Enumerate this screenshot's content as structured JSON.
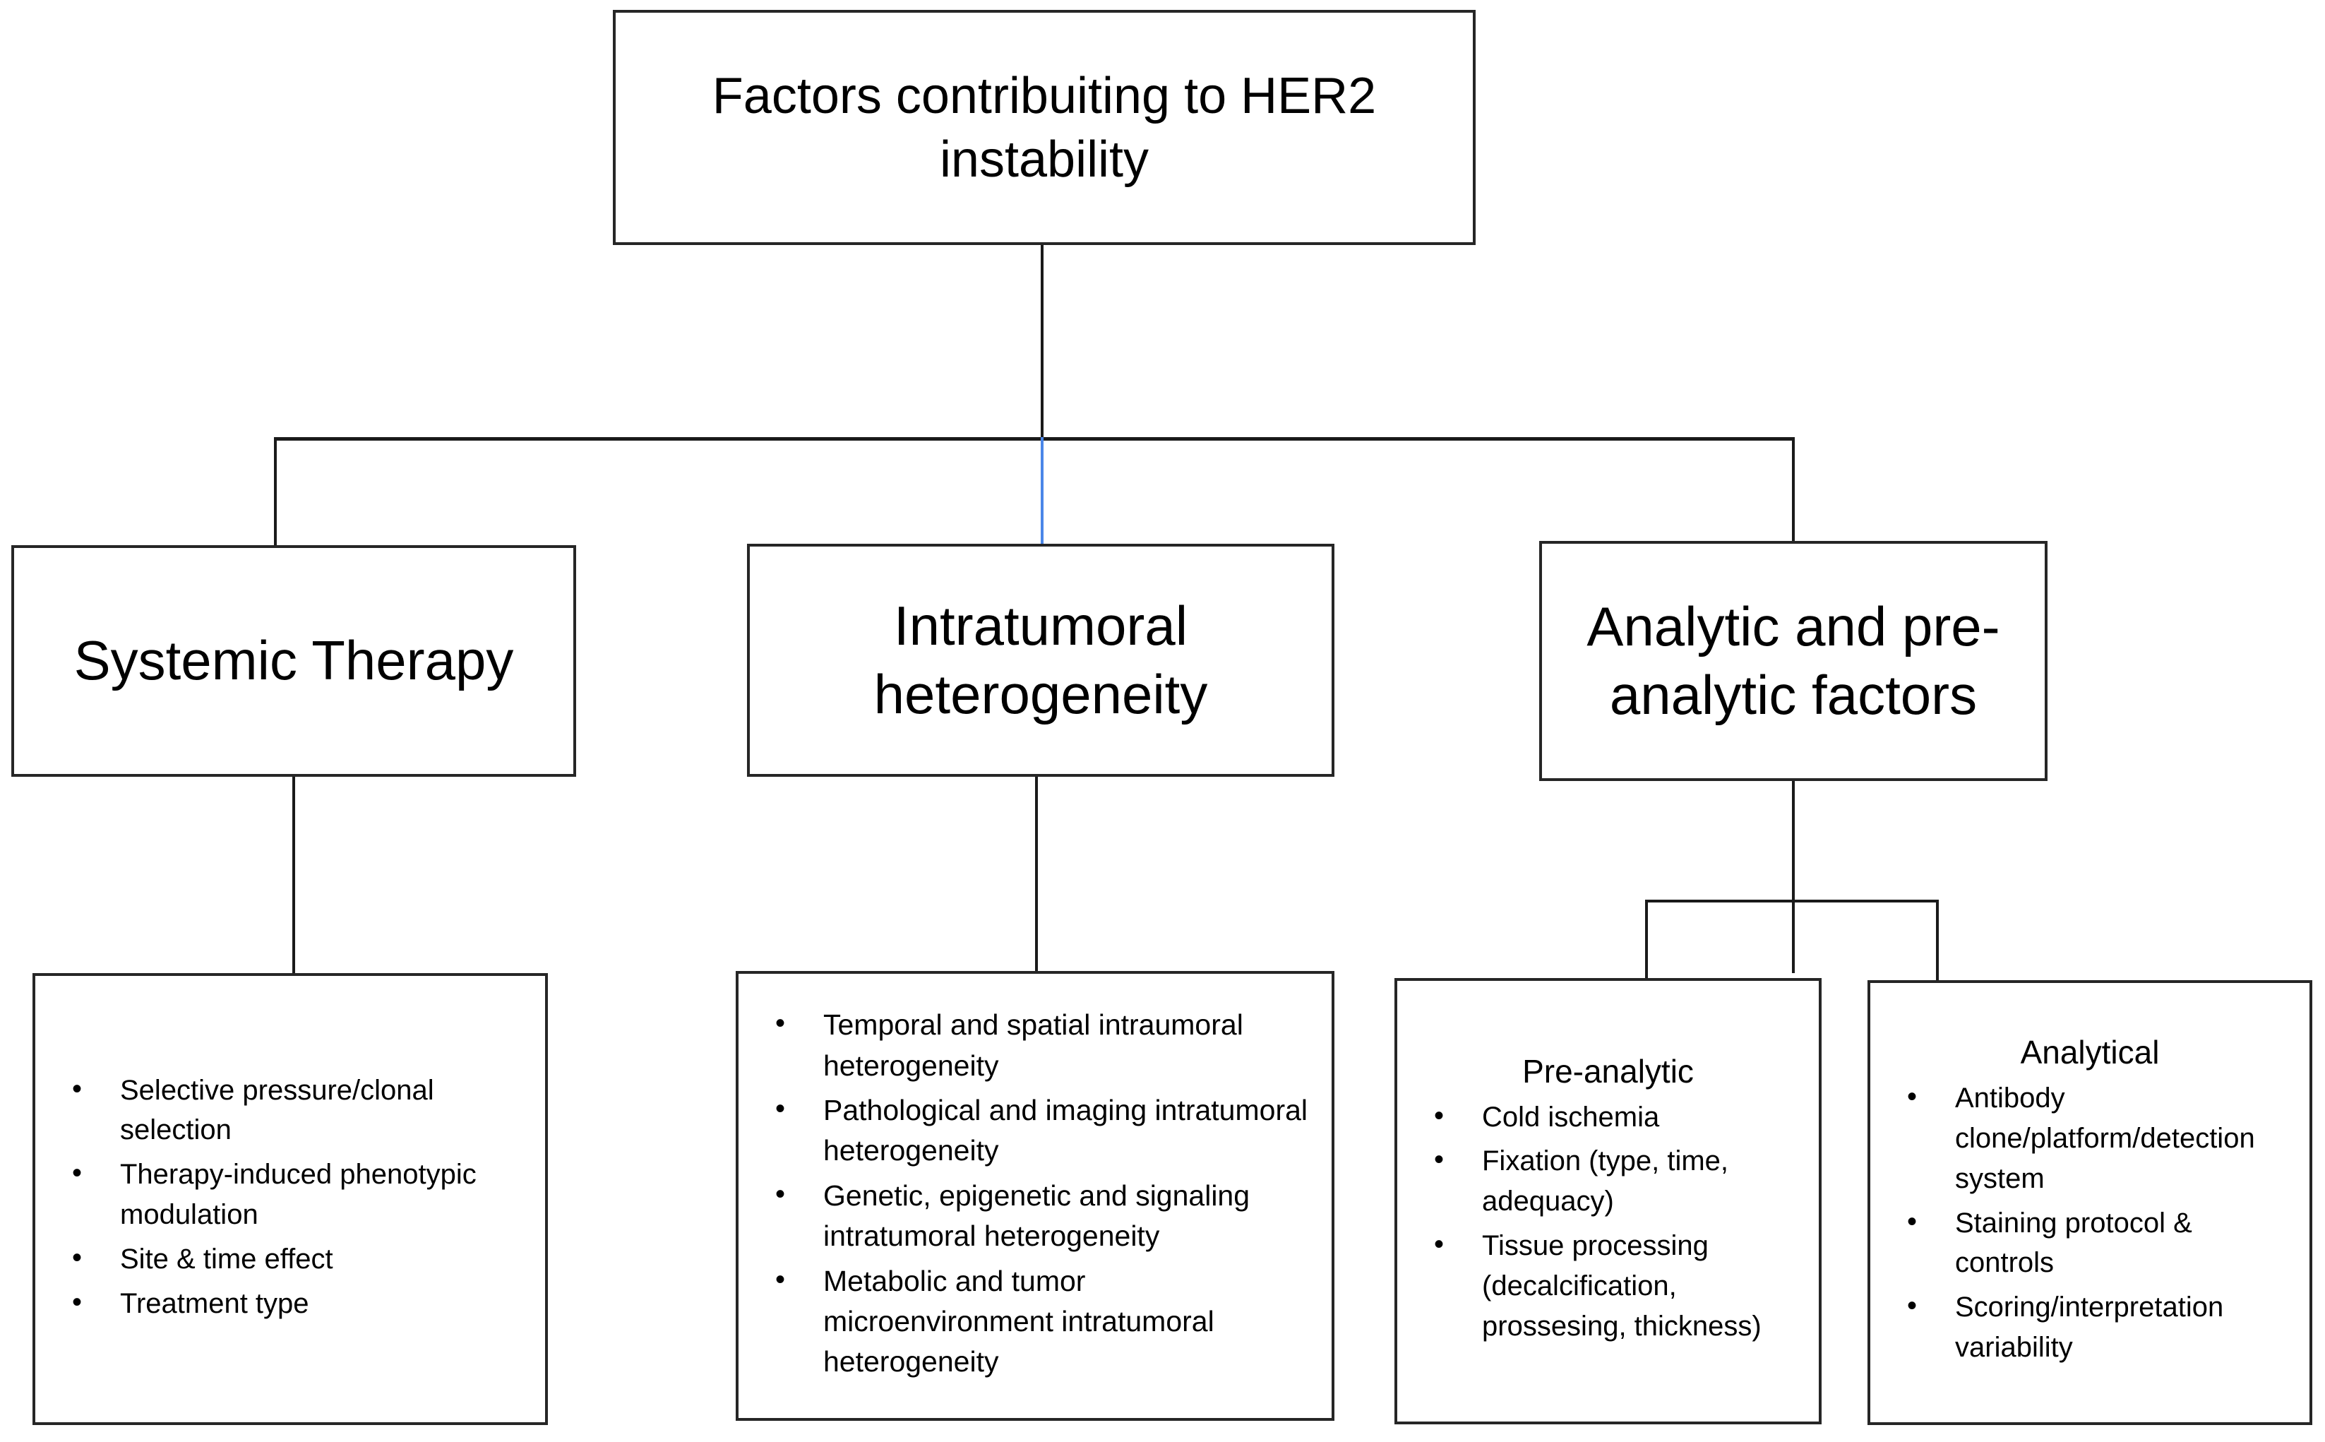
{
  "diagram": {
    "root": {
      "label": "Factors contribuiting to HER2\ninstability"
    },
    "branches": [
      {
        "label": "Systemic Therapy"
      },
      {
        "label": "Intratumoral\nheterogeneity"
      },
      {
        "label": "Analytic and pre-\nanalytic factors"
      }
    ],
    "leaves": {
      "systemic_therapy": {
        "heading": "",
        "items": [
          "Selective pressure/clonal selection",
          "Therapy-induced phenotypic modulation",
          "Site & time effect",
          "Treatment type"
        ]
      },
      "intratumoral_heterogeneity": {
        "heading": "",
        "items": [
          "Temporal and spatial intraumoral heterogeneity",
          "Pathological and imaging intratumoral heterogeneity",
          "Genetic, epigenetic and signaling intratumoral heterogeneity",
          "Metabolic and tumor microenvironment intratumoral heterogeneity"
        ]
      },
      "pre_analytic": {
        "heading": "Pre-analytic",
        "items": [
          "Cold ischemia",
          "Fixation (type, time, adequacy)",
          "Tissue processing (decalcification, prossesing, thickness)"
        ]
      },
      "analytical": {
        "heading": "Analytical",
        "items": [
          "Antibody clone/platform/detection system",
          "Staining protocol & controls",
          "Scoring/interpretation variability"
        ]
      }
    },
    "colors": {
      "line": "#1a1a1a",
      "accent_line": "#4a86e8",
      "box_border": "#262626",
      "background": "#ffffff",
      "text": "#000000"
    }
  }
}
